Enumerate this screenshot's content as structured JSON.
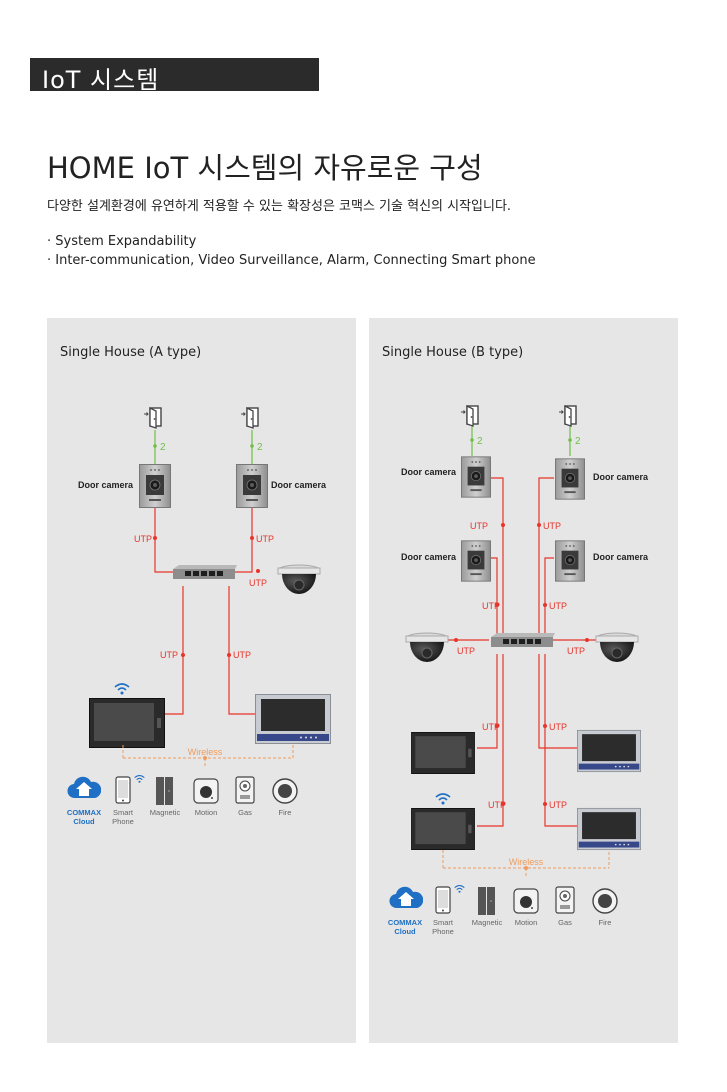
{
  "header": {
    "banner": "IoT 시스템"
  },
  "intro": {
    "headline": "HOME IoT 시스템의 자유로운 구성",
    "subhead": "다양한 설계환경에 유연하게 적용할 수 있는 확장성은 코맥스 기술 혁신의 시작입니다.",
    "bullets": [
      "· System Expandability",
      "· Inter-communication, Video Surveillance, Alarm, Connecting Smart phone"
    ]
  },
  "labels": {
    "door_camera": "Door camera",
    "utp": "UTP",
    "wireless": "Wireless",
    "count": "2",
    "commax_line1": "COMMAX",
    "commax_line2": "Cloud",
    "smart_line1": "Smart",
    "smart_line2": "Phone",
    "magnetic": "Magnetic",
    "motion": "Motion",
    "gas": "Gas",
    "fire": "Fire"
  },
  "panels": [
    {
      "title": "Single House (A type)"
    },
    {
      "title": "Single House (B type)"
    }
  ],
  "colors": {
    "banner": "#2b2b2b",
    "panel": "#e6e6e6",
    "utp_line": "#e8342a",
    "count_line": "#6fbf45",
    "wireless_line": "#f09c5c",
    "cloud": "#1f6fc4"
  }
}
